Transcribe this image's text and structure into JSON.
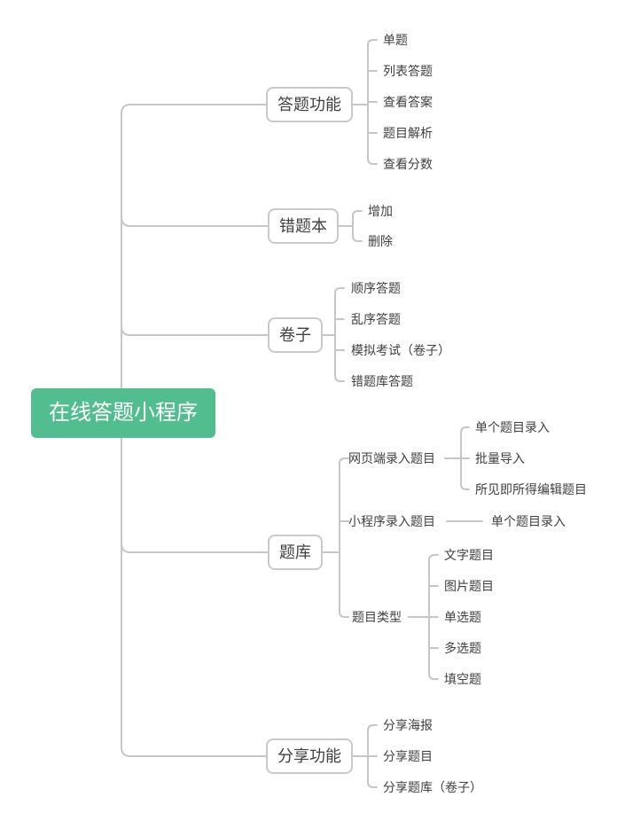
{
  "colors": {
    "root_bg": "#52BE8F",
    "root_text": "#FFFFFF",
    "line": "#C6C6C6",
    "box_border": "#C9C9C9",
    "text": "#3F3F3F"
  },
  "tree": {
    "root": "在线答题小程序",
    "branches": [
      {
        "label": "答题功能",
        "leaves": [
          "单题",
          "列表答题",
          "查看答案",
          "题目解析",
          "查看分数"
        ]
      },
      {
        "label": "错题本",
        "leaves": [
          "增加",
          "删除"
        ]
      },
      {
        "label": "卷子",
        "leaves": [
          "顺序答题",
          "乱序答题",
          "模拟考试（卷子）",
          "错题库答题"
        ]
      },
      {
        "label": "题库",
        "groups": [
          {
            "label": "网页端录入题目",
            "leaves": [
              "单个题目录入",
              "批量导入",
              "所见即所得编辑题目"
            ]
          },
          {
            "label": "小程序录入题目",
            "leaves": [
              "单个题目录入"
            ]
          },
          {
            "label": "题目类型",
            "leaves": [
              "文字题目",
              "图片题目",
              "单选题",
              "多选题",
              "填空题"
            ]
          }
        ]
      },
      {
        "label": "分享功能",
        "leaves": [
          "分享海报",
          "分享题目",
          "分享题库（卷子）"
        ]
      }
    ]
  }
}
